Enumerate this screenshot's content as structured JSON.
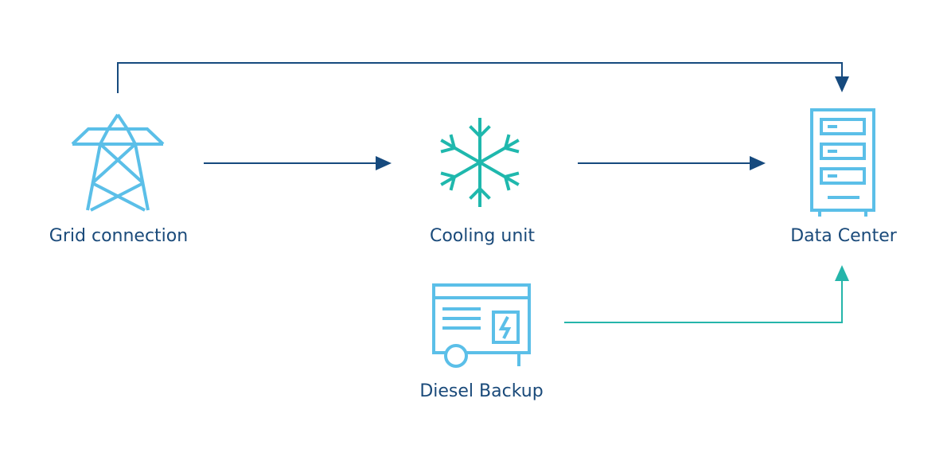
{
  "colors": {
    "label_text": "#1a4a7a",
    "icon_blue": "#5bbfe8",
    "icon_teal": "#1fb8ad",
    "arrow_dark": "#164a7e",
    "arrow_teal": "#25b5aa"
  },
  "nodes": {
    "grid": {
      "label": "Grid connection",
      "icon": "transmission-tower-icon"
    },
    "cooling": {
      "label": "Cooling unit",
      "icon": "snowflake-icon"
    },
    "datacenter": {
      "label": "Data Center",
      "icon": "server-rack-icon"
    },
    "diesel": {
      "label": "Diesel Backup",
      "icon": "generator-icon"
    }
  },
  "edges": [
    {
      "from": "grid",
      "to": "datacenter",
      "color": "arrow_dark"
    },
    {
      "from": "grid",
      "to": "cooling",
      "color": "arrow_dark"
    },
    {
      "from": "cooling",
      "to": "datacenter",
      "color": "arrow_dark"
    },
    {
      "from": "diesel",
      "to": "datacenter",
      "color": "arrow_teal"
    }
  ]
}
